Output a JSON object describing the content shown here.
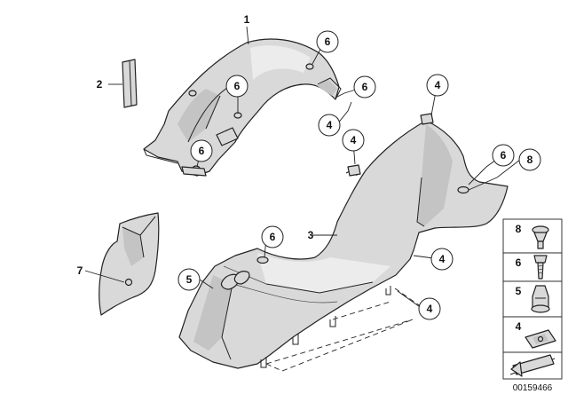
{
  "callouts": {
    "c1": "1",
    "c2": "2",
    "c3": "3",
    "c4a": "4",
    "c4b": "4",
    "c4c": "4",
    "c4d": "4",
    "c4e": "4",
    "c5": "5",
    "c6a": "6",
    "c6b": "6",
    "c6c": "6",
    "c6d": "6",
    "c6e": "6",
    "c6f": "6",
    "c7": "7",
    "c8": "8"
  },
  "legend": {
    "items": [
      "8",
      "6",
      "5",
      "4"
    ]
  },
  "diagram_id": "00159466"
}
